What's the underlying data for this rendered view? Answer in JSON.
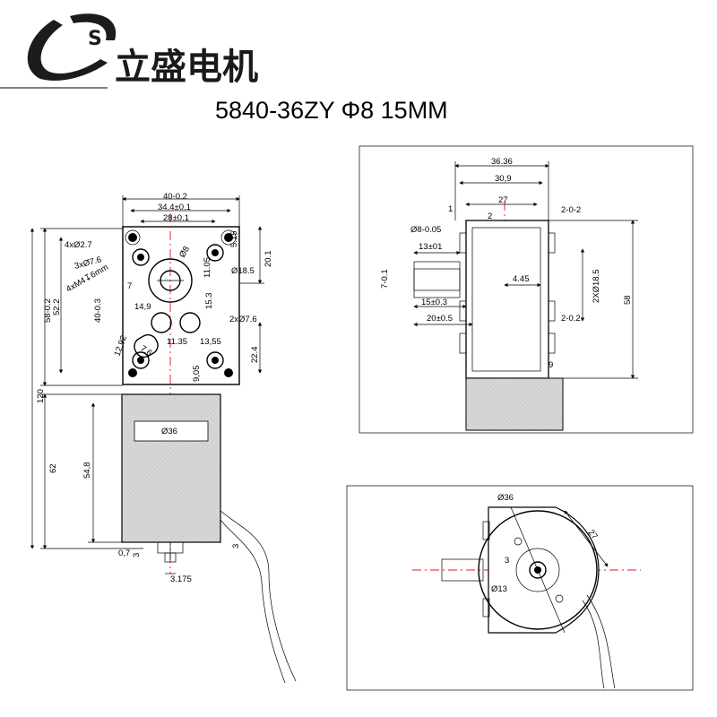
{
  "logo": {
    "letter": "S",
    "company_name": "立盛电机"
  },
  "model_title": "5840-36ZY Φ8 15MM",
  "front_view": {
    "labels": {
      "width_total": "40-0.2",
      "width_holes": "34.4±0.1",
      "width_inner": "28±0.1",
      "holes_small": "4xØ2.7",
      "holes_large": "3xØ7.6",
      "thread": "4xM4↧6mm",
      "shaft_dia": "Ø8",
      "boss_dia": "Ø18.5",
      "dim_515": "5.15",
      "dim_201": "20.1",
      "dim_1105": "11.05",
      "dim_153": "15.3",
      "dim_7": "7",
      "dim_149": "14,9",
      "dim_1135": "11.35",
      "dim_1355": "13,55",
      "holes_2x": "2xØ7.6",
      "dim_1292": "12,92",
      "dim_76": "7.6",
      "dim_905": "9,05",
      "dim_224": "22.4",
      "height_total": "58-0.2",
      "height_522": "52.2",
      "height_40": "40-0.3",
      "overall_120": "120",
      "motor_62": "62",
      "motor_548": "54,8",
      "motor_dia": "Ø36",
      "dim_07": "0,7",
      "dim_3a": "3",
      "dim_3b": "3",
      "dim_3175": "3.175"
    }
  },
  "side_view": {
    "labels": {
      "w_3636": "36.36",
      "w_309": "30,9",
      "w_27": "27",
      "w_1": "1",
      "w_2": "2",
      "tol_top": "2-0-2",
      "shaft_dia": "Ø8-0.05",
      "shaft_len": "13±01",
      "dim_701": "7-0.1",
      "dim_445": "4.45",
      "dim_2x185": "2XØ18.5",
      "dim_58": "58",
      "dim_153": "15±0.3",
      "dim_205": "20±0.5",
      "tol_mid": "2-0.2",
      "dim_9": "9"
    }
  },
  "end_view": {
    "labels": {
      "dia_36": "Ø36",
      "dim_27": "27",
      "dim_3": "3",
      "dia_13": "Ø13"
    }
  }
}
